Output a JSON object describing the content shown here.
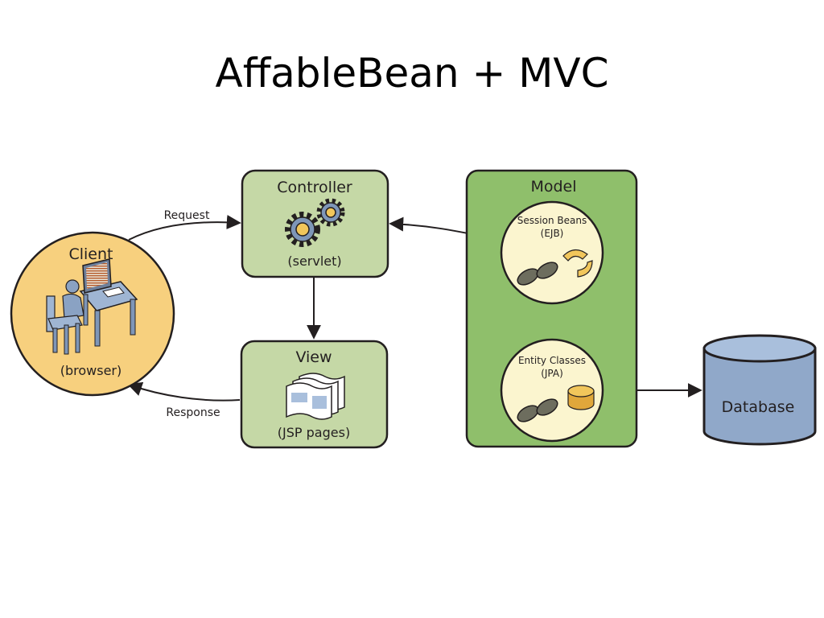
{
  "slide": {
    "title": "AffableBean + MVC"
  },
  "diagram": {
    "client": {
      "title": "Client",
      "subtitle": "(browser)"
    },
    "controller": {
      "title": "Controller",
      "subtitle": "(servlet)"
    },
    "view": {
      "title": "View",
      "subtitle": "(JSP pages)"
    },
    "model": {
      "title": "Model",
      "session_beans": {
        "line1": "Session Beans",
        "line2": "(EJB)"
      },
      "entity_classes": {
        "line1": "Entity Classes",
        "line2": "(JPA)"
      }
    },
    "database": {
      "label": "Database"
    },
    "arrows": {
      "request": "Request",
      "response": "Response"
    }
  },
  "colors": {
    "client_fill": "#f7d07e",
    "controller_fill": "#c5d8a6",
    "model_fill": "#8fbf6b",
    "inner_circle_fill": "#fbf5cf",
    "database_fill": "#90a8c9",
    "stroke": "#231f20"
  }
}
